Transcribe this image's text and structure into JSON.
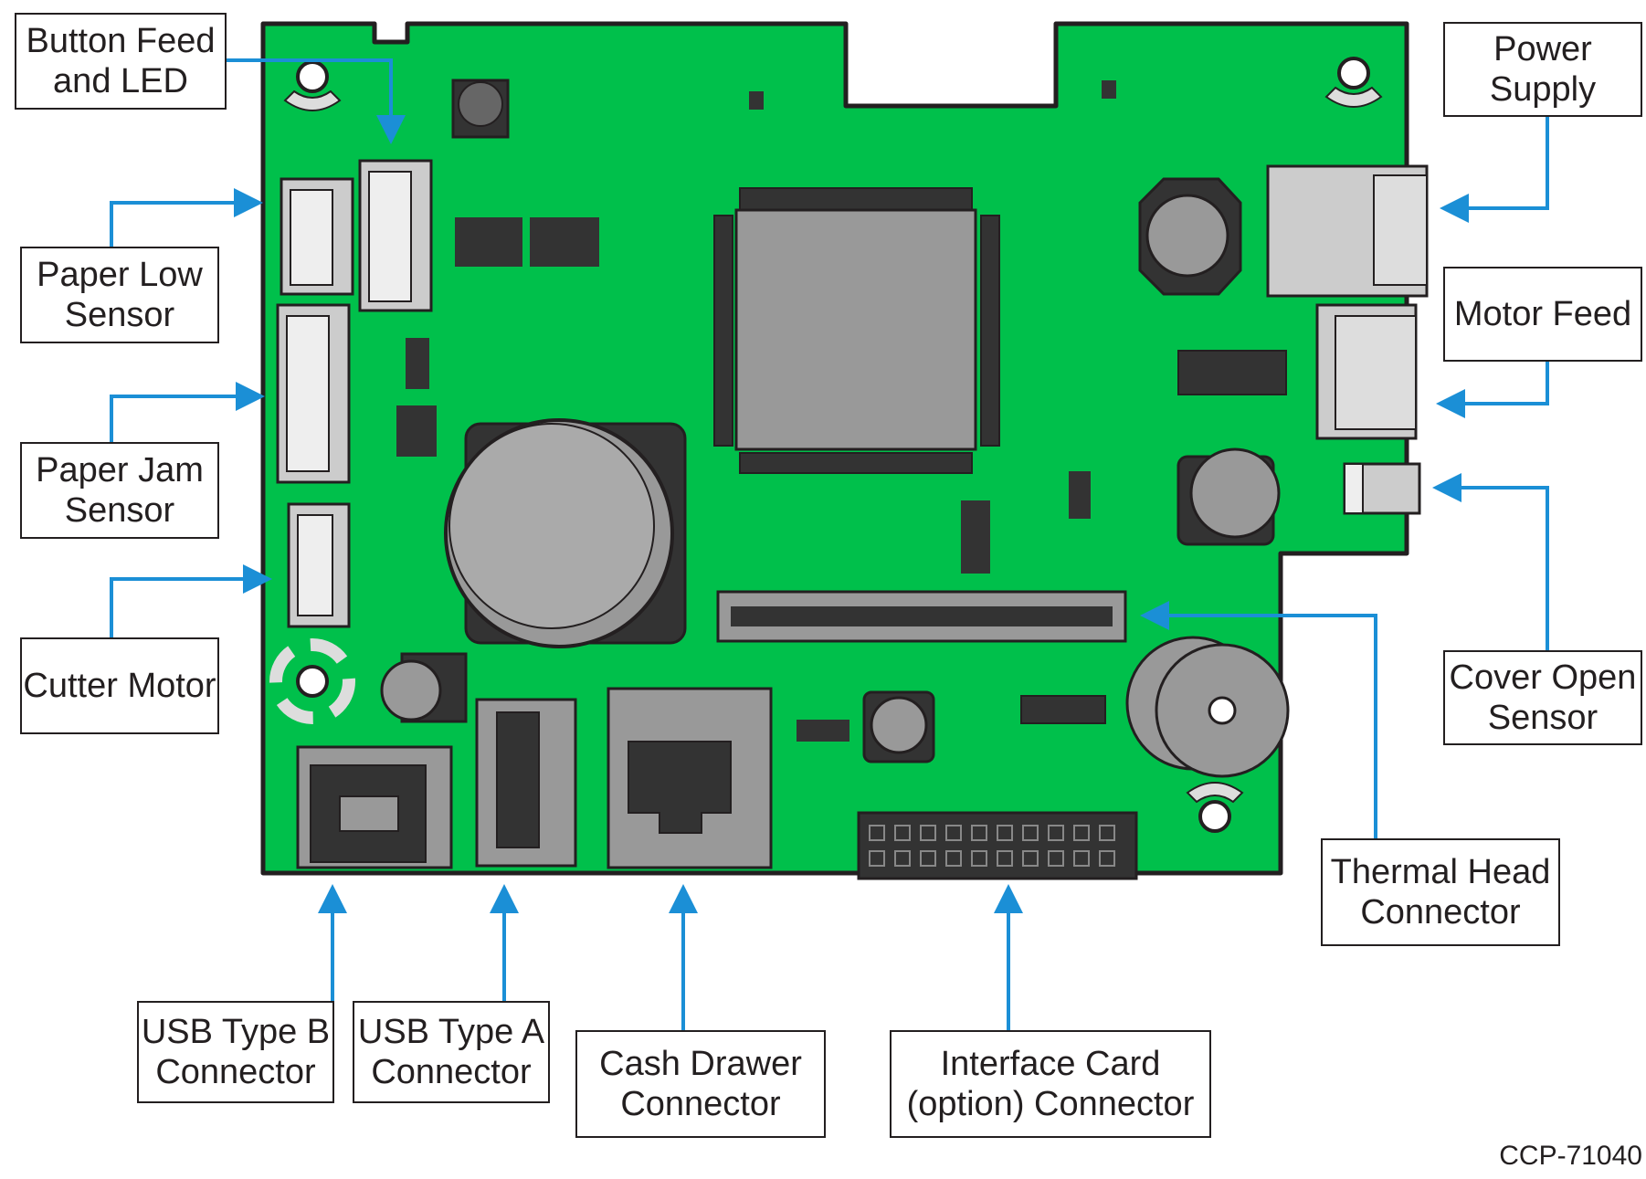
{
  "figure_id": "CCP-71040",
  "colors": {
    "board": "#00c04b",
    "arrow": "#1b8fd6",
    "component_dark": "#333333",
    "component_gray": "#999999",
    "connector_light": "#d4d4d4",
    "outline": "#231f20"
  },
  "labels": {
    "button_feed_led": "Button Feed\nand LED",
    "paper_low_sensor": "Paper Low\nSensor",
    "paper_jam_sensor": "Paper Jam\nSensor",
    "cutter_motor": "Cutter Motor",
    "power_supply": "Power\nSupply",
    "motor_feed": "Motor Feed",
    "cover_open_sensor": "Cover Open\nSensor",
    "thermal_head_connector": "Thermal Head\nConnector",
    "usb_type_b_connector": "USB Type B\nConnector",
    "usb_type_a_connector": "USB Type A\nConnector",
    "cash_drawer_connector": "Cash Drawer\nConnector",
    "interface_card_connector": "Interface Card\n(option) Connector"
  }
}
